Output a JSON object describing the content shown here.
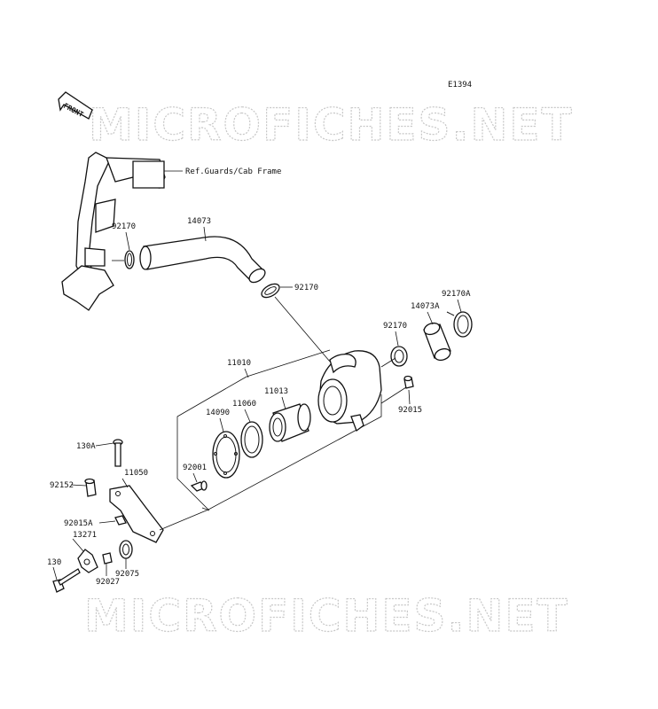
{
  "diagram": {
    "code": "E1394",
    "front_label": "FRONT",
    "watermark": "MICROFICHES.NET",
    "reference": "Ref.Guards/Cab Frame",
    "callouts": {
      "p14073": "14073",
      "p92170_left": "92170",
      "p92170_mid": "92170",
      "p92170A": "92170A",
      "p14073A": "14073A",
      "p92170_right": "92170",
      "p11010": "11010",
      "p11013": "11013",
      "p11060": "11060",
      "p14090": "14090",
      "p92015": "92015",
      "p92001": "92001",
      "p130A": "130A",
      "p11050": "11050",
      "p92152": "92152",
      "p92015A": "92015A",
      "p13271": "13271",
      "p130": "130",
      "p92027": "92027",
      "p92075": "92075"
    }
  }
}
